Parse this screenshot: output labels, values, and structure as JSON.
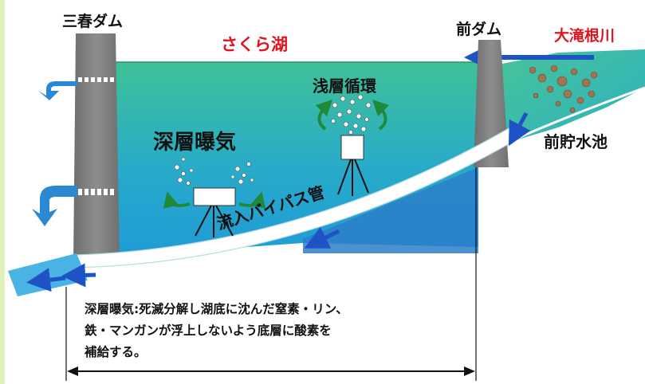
{
  "labels": {
    "left_dam": "三春ダム",
    "front_dam": "前ダム",
    "lake": "さくら湖",
    "river": "大滝根川",
    "deep_aeration": "深層曝気",
    "shallow_circulation": "浅層循環",
    "pre_reservoir": "前貯水池",
    "bypass_pipe": "流入バイパス管"
  },
  "caption": {
    "line1": "深層曝気:死滅分解し湖底に沈んだ窒素・リン、",
    "line2": "鉄・マンガンが浮上しないよう底層に酸素を",
    "line3": "補給する。"
  },
  "colors": {
    "lake_top": "#3fc197",
    "lake_bottom": "#1f9ad6",
    "dam": "#7d7d7d",
    "pipe": "#ffffff",
    "flow_arrow": "#1f52c4",
    "aeration_arrow": "#1f8b3a",
    "title_red": "#e0141e",
    "stone": "#a07352"
  }
}
